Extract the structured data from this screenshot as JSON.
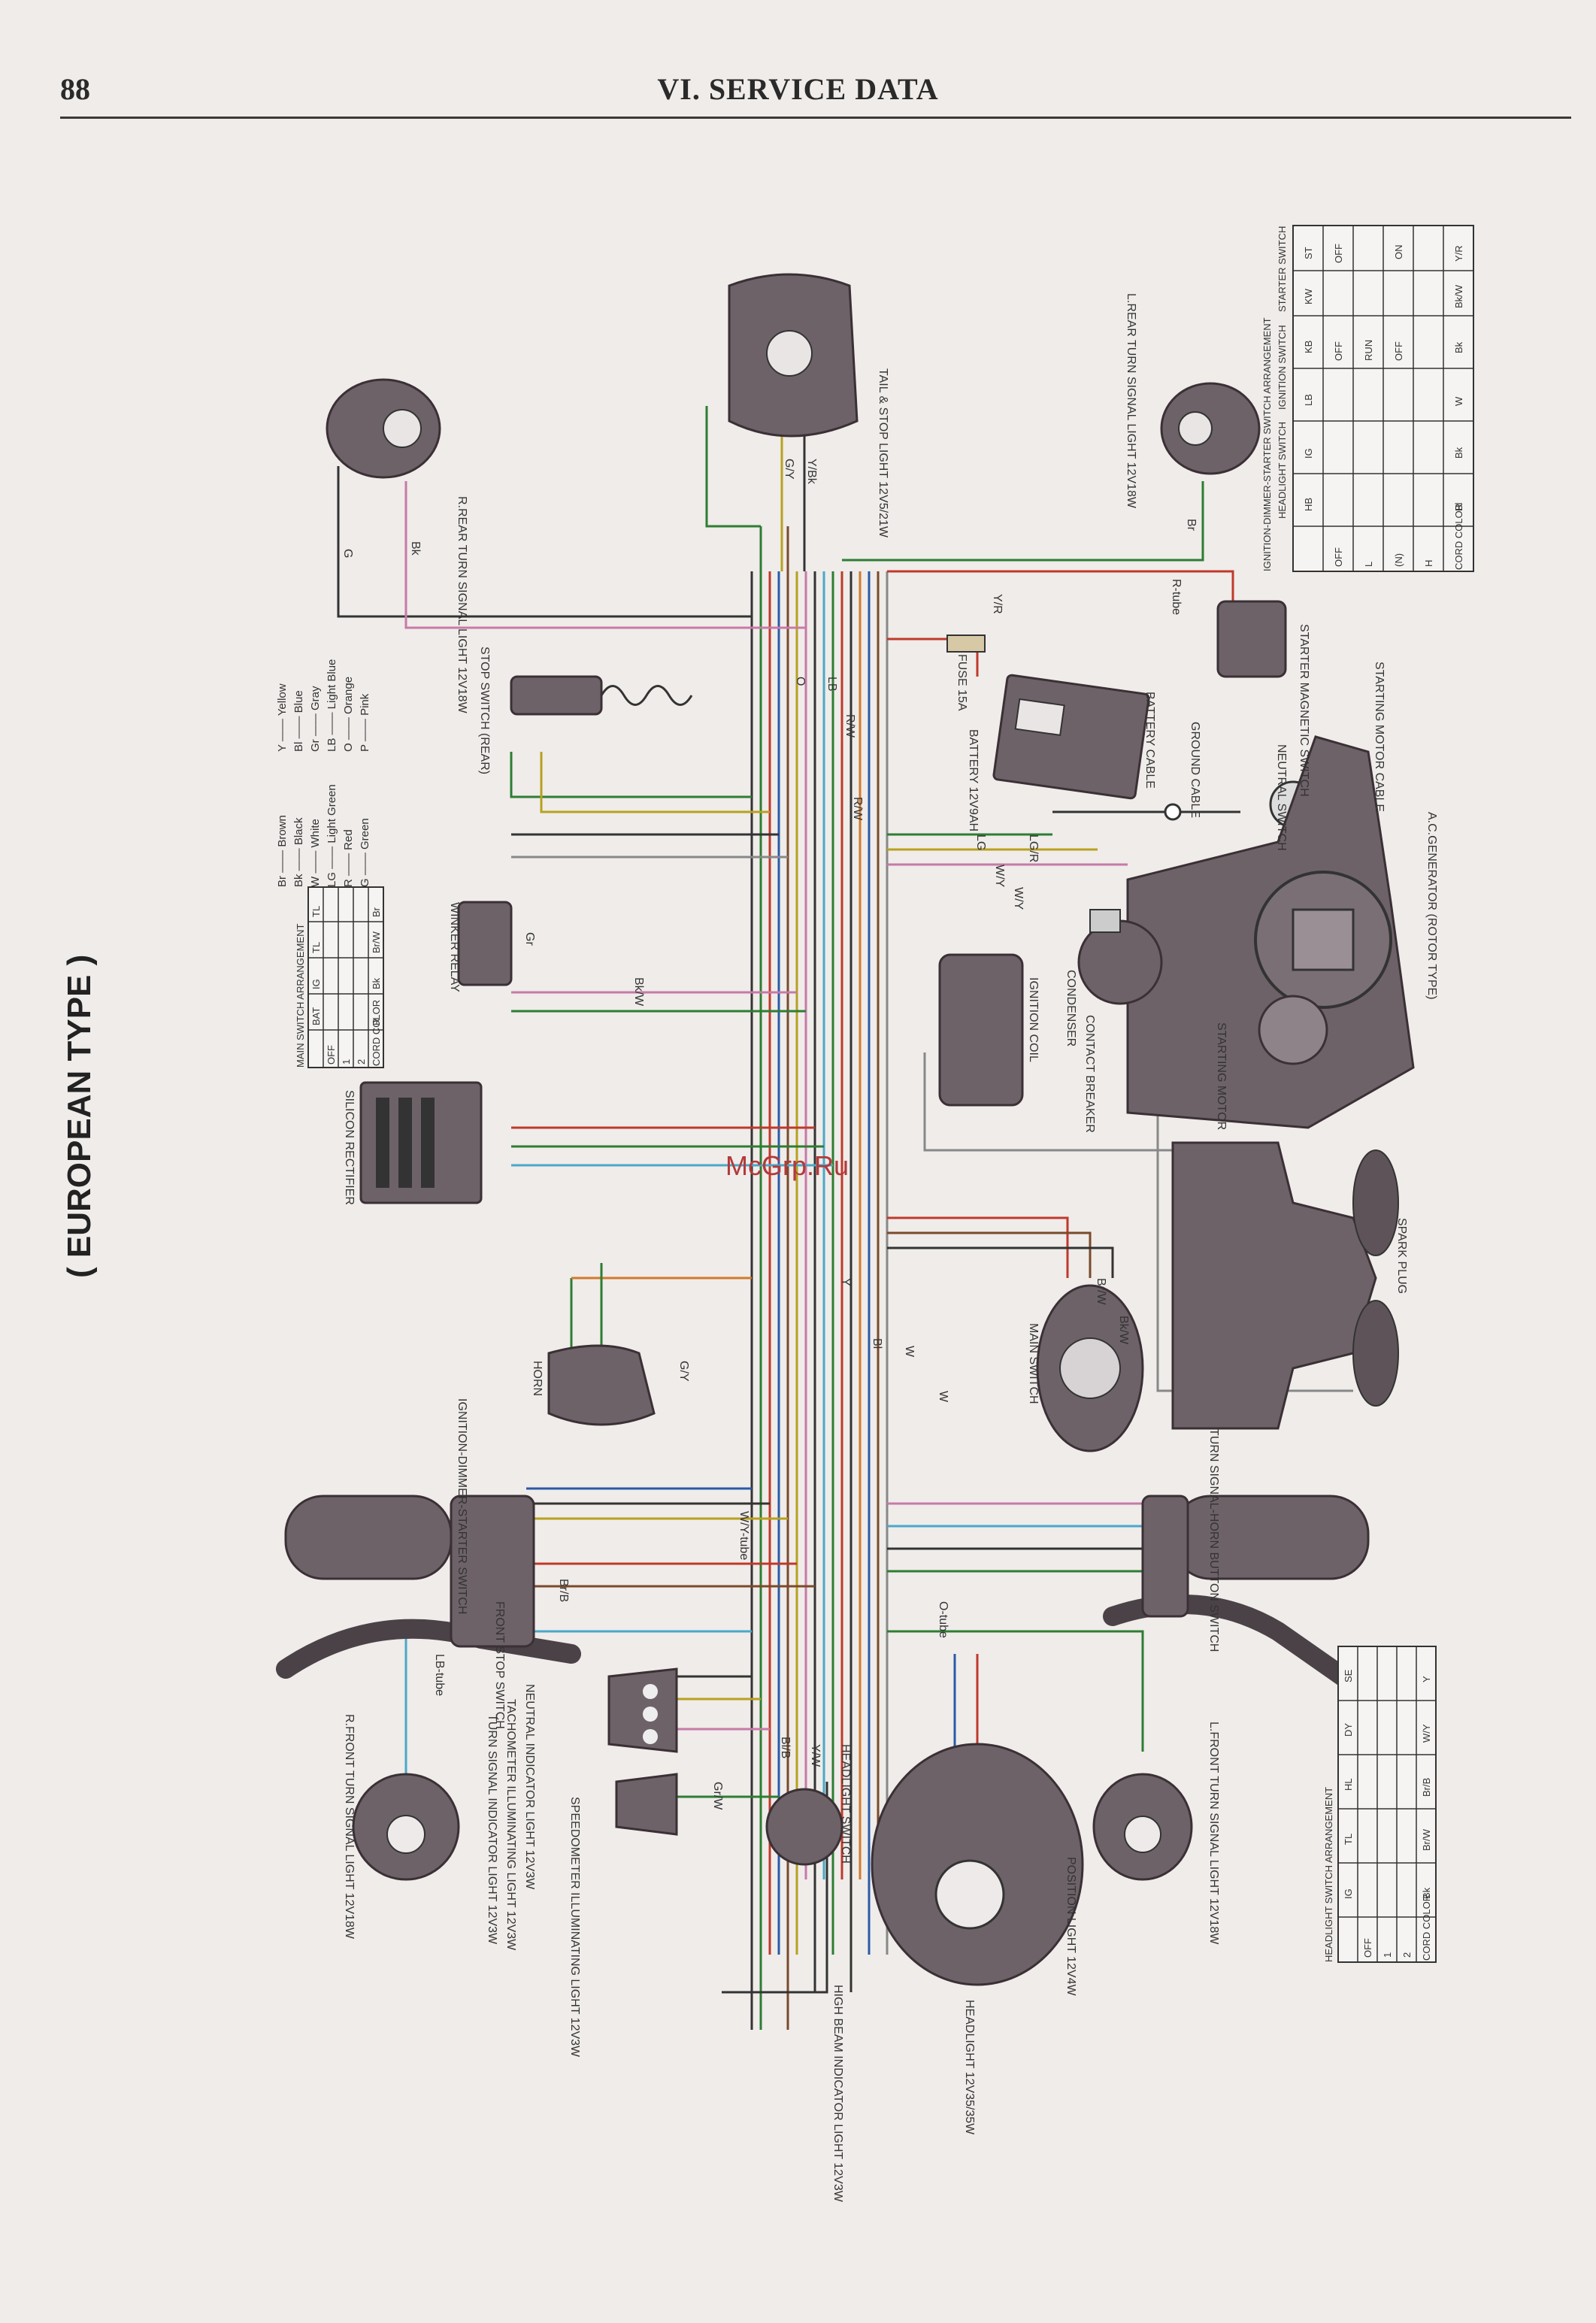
{
  "header": {
    "page_number": "88",
    "section_title": "VI. SERVICE DATA"
  },
  "diagram_title": "( EUROPEAN TYPE )",
  "watermark": "McGrp.Ru",
  "color_legend": [
    "Y —— Yellow",
    "Bl —— Blue",
    "Gr —— Gray",
    "LB —— Light Blue",
    "O —— Orange",
    "P —— Pink",
    "Br —— Brown",
    "Bk —— Black",
    "W —— White",
    "LG —— Light Green",
    "R —— Red",
    "G —— Green"
  ],
  "components": {
    "rear_turn_r": "R.REAR TURN SIGNAL LIGHT 12V18W",
    "tail_stop": "TAIL & STOP LIGHT 12V5/21W",
    "rear_turn_l": "L.REAR TURN SIGNAL LIGHT 12V18W",
    "stop_switch": "STOP SWITCH (REAR)",
    "fuse": "FUSE 15A",
    "battery": "BATTERY 12V9AH",
    "battery_cable": "BATTERY CABLE",
    "ground_cable": "GROUND CABLE",
    "starter_magnetic": "STARTER MAGNETIC SWITCH",
    "starting_motor_cable": "STARTING MOTOR CABLE",
    "neutral_switch": "NEUTRAL SWITCH",
    "ac_generator": "A.C.GENERATOR (ROTOR TYPE)",
    "starting_motor": "STARTING MOTOR",
    "contact_breaker": "CONTACT BREAKER",
    "condenser": "CONDENSER",
    "ignition_coil": "IGNITION COIL",
    "winker_relay": "WINKER RELAY",
    "silicon_rectifier": "SILICON RECTIFIER",
    "spark_plug": "SPARK PLUG",
    "horn": "HORN",
    "main_switch": "MAIN SWITCH",
    "ignition_dimmer_starter": "IGNITION-DIMMER-STARTER SWITCH",
    "front_stop_switch": "FRONT STOP SWITCH",
    "turn_signal_horn": "TURN SIGNAL-HORN BUTTON SWITCH",
    "front_turn_r": "R.FRONT TURN SIGNAL LIGHT 12V18W",
    "neutral_indicator": "NEUTRAL INDICATOR LIGHT 12V3W",
    "tachometer_illum": "TACHOMETER ILLUMINATING LIGHT 12V3W",
    "turn_indicator": "TURN SIGNAL INDICATOR LIGHT 12V3W",
    "speedometer_illum": "SPEEDOMETER ILLUMINATING LIGHT 12V3W",
    "headlight_switch": "HEADLIGHT SWITCH",
    "high_beam": "HIGH BEAM INDICATOR LIGHT 12V3W",
    "headlight": "HEADLIGHT 12V35/35W",
    "position_light": "POSITION LIGHT 12V4W",
    "front_turn_l": "L.FRONT TURN SIGNAL LIGHT 12V18W"
  },
  "tables": {
    "main_switch": {
      "title": "MAIN SWITCH ARRANGEMENT",
      "headers": [
        "",
        "BAT",
        "IG",
        "TL",
        "TL"
      ],
      "rows": [
        [
          "OFF",
          "",
          "",
          "",
          ""
        ],
        [
          "1",
          "",
          "",
          "",
          ""
        ],
        [
          "2",
          "",
          "",
          "",
          ""
        ],
        [
          "CORD COLOR",
          "R",
          "Bk",
          "Br/W",
          "Br"
        ]
      ]
    },
    "ids": {
      "title": "IGNITION-DIMMER-STARTER SWITCH ARRANGEMENT",
      "sub": [
        "HEADLIGHT SWITCH",
        "IGNITION SWITCH",
        "STARTER SWITCH"
      ],
      "headers": [
        "",
        "HB",
        "IG",
        "LB",
        "KB",
        "KW",
        "ST"
      ],
      "rows": [
        [
          "OFF",
          "",
          "",
          "",
          "OFF",
          "",
          "OFF"
        ],
        [
          "L",
          "",
          "",
          "",
          "RUN",
          "",
          ""
        ],
        [
          "(N)",
          "",
          "",
          "",
          "OFF",
          "",
          "ON"
        ],
        [
          "H",
          "",
          "",
          "",
          "",
          "",
          ""
        ],
        [
          "CORD COLOR",
          "Bl",
          "Bk",
          "W",
          "Bk",
          "Bk/W",
          "Y/R"
        ]
      ]
    },
    "headlight": {
      "title": "HEADLIGHT SWITCH ARRANGEMENT",
      "headers": [
        "",
        "IG",
        "TL",
        "HL",
        "DY",
        "SE"
      ],
      "rows": [
        [
          "OFF",
          "",
          "",
          "",
          "",
          ""
        ],
        [
          "1",
          "",
          "",
          "",
          "",
          ""
        ],
        [
          "2",
          "",
          "",
          "",
          "",
          ""
        ],
        [
          "CORD COLOR",
          "Bk",
          "Br/W",
          "Br/B",
          "W/Y",
          "Y"
        ]
      ]
    }
  },
  "wire_labels": [
    "G",
    "G/Y",
    "Y/Bk",
    "Bk",
    "Br",
    "Y",
    "O",
    "LB",
    "LG",
    "R/W",
    "Bl",
    "W",
    "Br/W",
    "R-tube",
    "W/Y",
    "LG/R",
    "Gr",
    "Bk/W",
    "G/Y",
    "Y/R",
    "R/W",
    "W/Y-tube",
    "LB-tube",
    "O-tube",
    "Bl/B",
    "Br/B",
    "Gr/W",
    "Y/W",
    "Bk/W",
    "W/Y",
    "W"
  ],
  "colors": {
    "ink": "#2a2a2a",
    "paper": "#efecea",
    "component": "#6d6268",
    "wire_red": "#c0392b",
    "wire_green": "#2e7d32",
    "wire_blue": "#2a5aa8",
    "wire_yellow": "#b8a11e",
    "wire_pink": "#c77aa8",
    "wire_brown": "#7a4a2a",
    "wire_black": "#333333",
    "wire_gray": "#888888",
    "wire_lightblue": "#4aa8c8",
    "wire_orange": "#d07a2a"
  }
}
